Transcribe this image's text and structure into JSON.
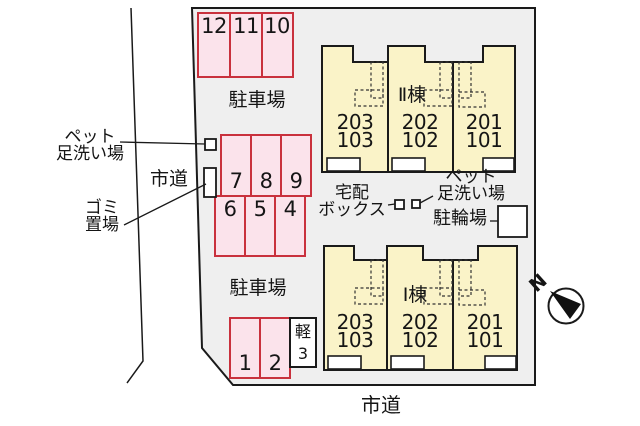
{
  "plan": {
    "roads": {
      "left_label": "市道",
      "bottom_label": "市道"
    },
    "compass": {
      "north_label": "N"
    },
    "parking": {
      "label_top": "駐車場",
      "label_bottom": "駐車場",
      "row_a": [
        "12",
        "11",
        "10"
      ],
      "row_b": [
        "7",
        "8",
        "9"
      ],
      "row_c": [
        "6",
        "5",
        "4"
      ],
      "row_d": [
        "1",
        "2"
      ],
      "kei": {
        "line1": "軽",
        "line2": "3"
      }
    },
    "buildings": [
      {
        "name": "Ⅱ棟",
        "units": [
          {
            "u": "203",
            "l": "103"
          },
          {
            "u": "202",
            "l": "102"
          },
          {
            "u": "201",
            "l": "101"
          }
        ]
      },
      {
        "name": "Ⅰ棟",
        "units": [
          {
            "u": "203",
            "l": "103"
          },
          {
            "u": "202",
            "l": "102"
          },
          {
            "u": "201",
            "l": "101"
          }
        ]
      }
    ],
    "facilities": {
      "pet_wash_left": {
        "line1": "ペット",
        "line2": "足洗い場"
      },
      "garbage": {
        "line1": "ゴミ",
        "line2": "置場"
      },
      "delivery_box": {
        "line1": "宅配",
        "line2": "ボックス"
      },
      "pet_wash_right": {
        "line1": "ペット",
        "line2": "足洗い場"
      },
      "bicycle_label": "駐輪場"
    },
    "colors": {
      "site_fill": "#efefef",
      "building_fill": "#faf3c8",
      "parking_fill": "#fbe3eb",
      "parking_border": "#c9313d",
      "line": "#1a1a1a"
    }
  }
}
